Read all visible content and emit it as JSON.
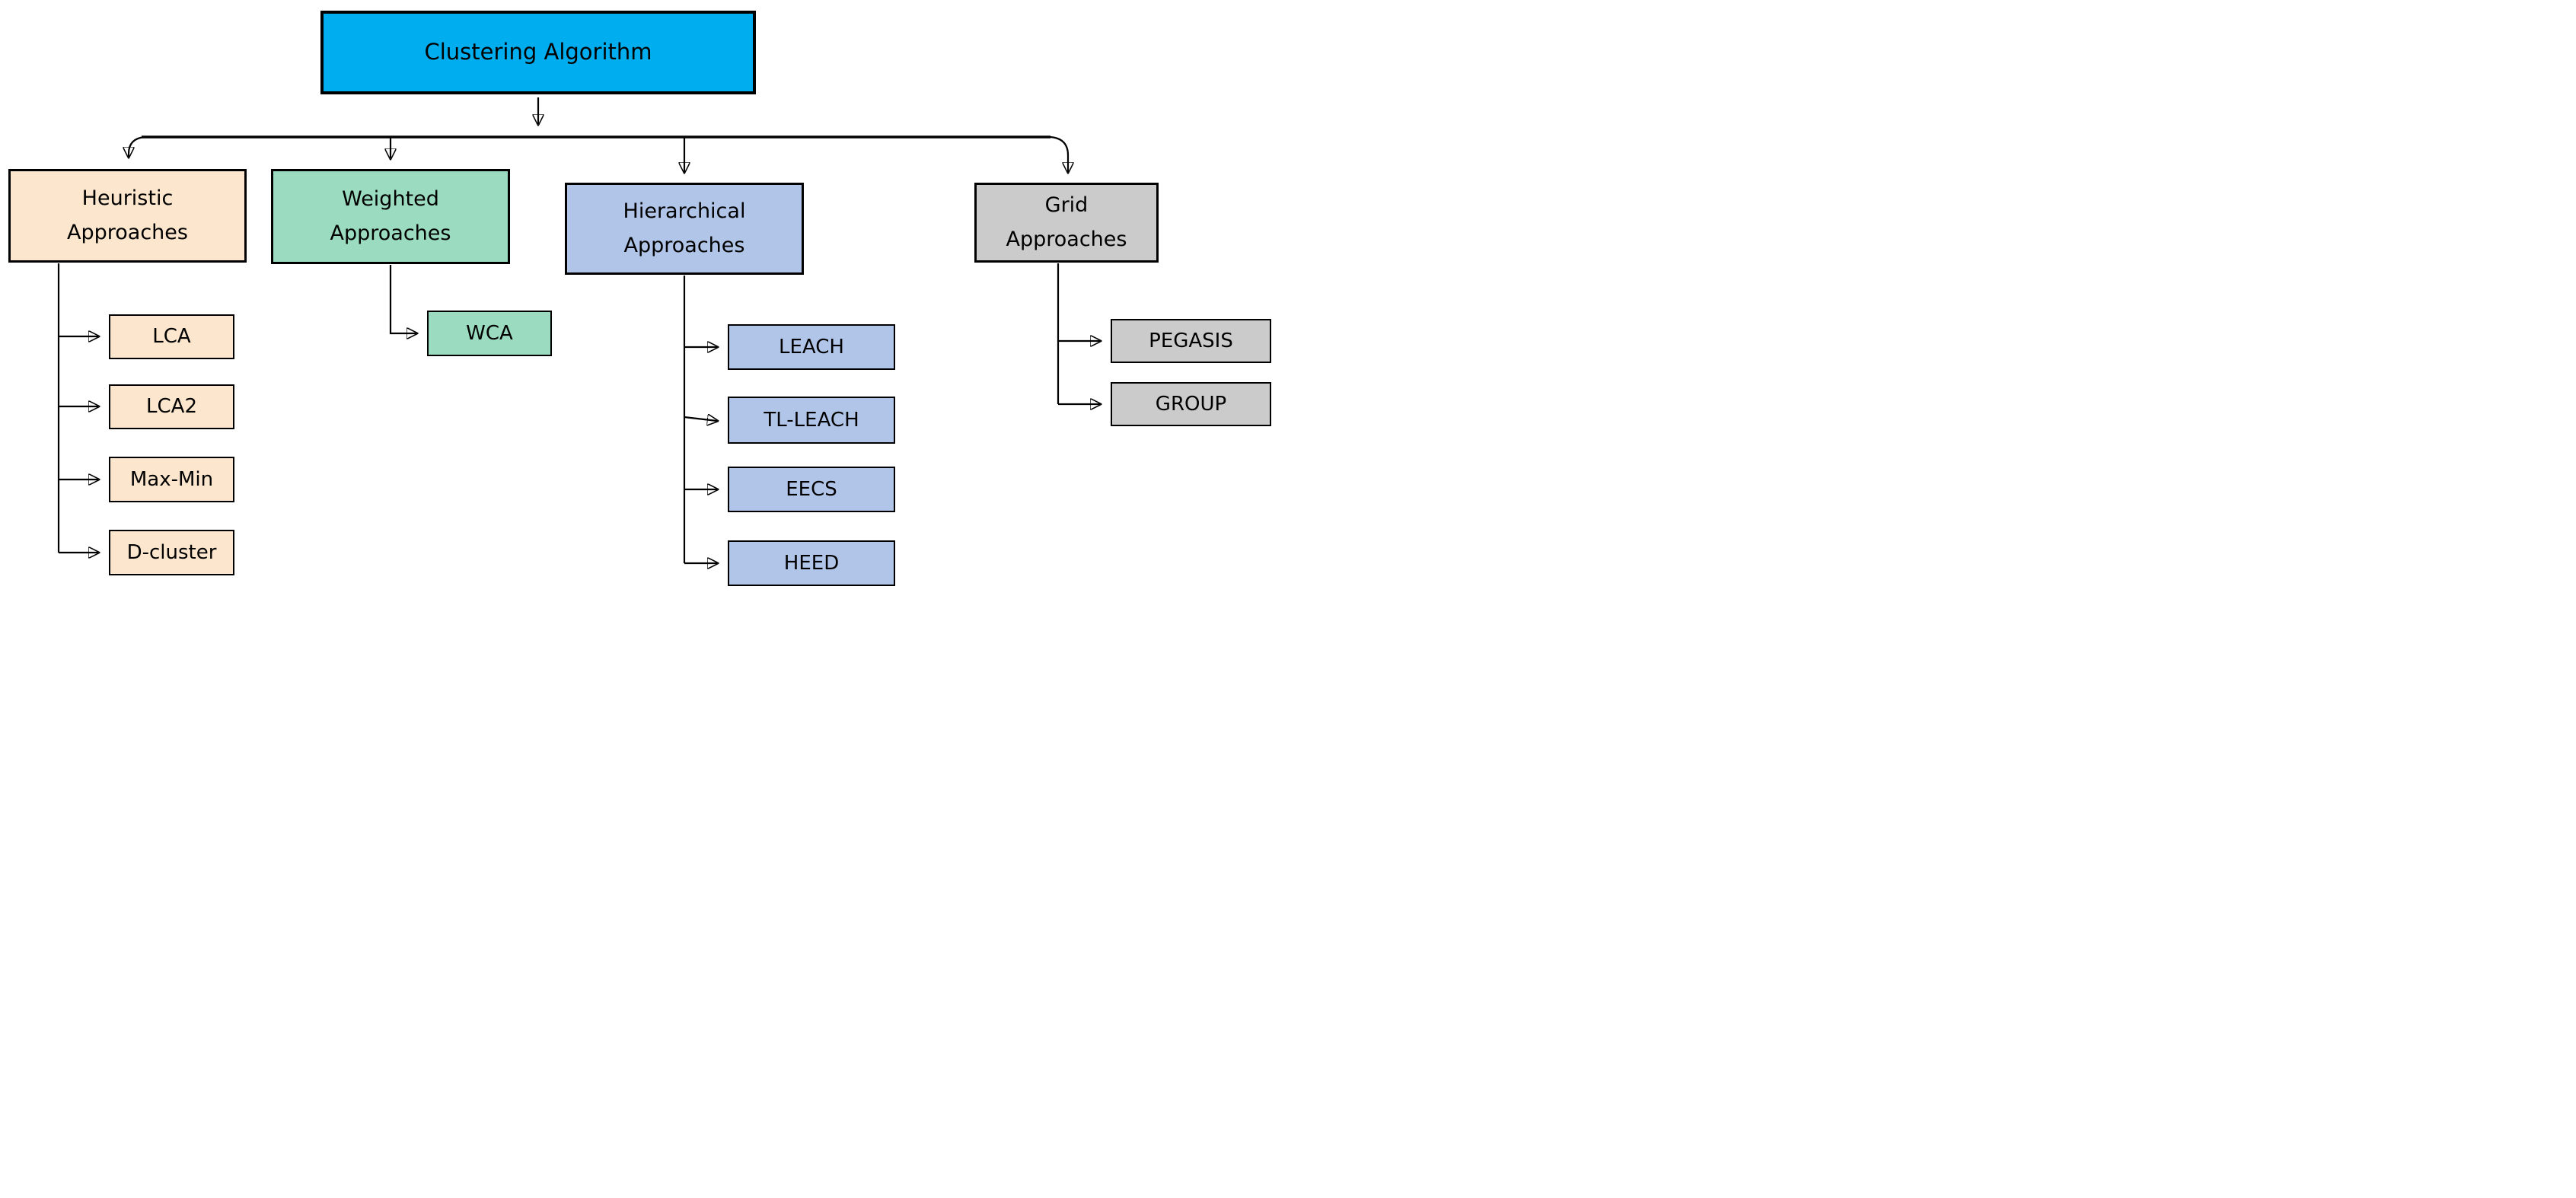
{
  "diagram": {
    "root": {
      "label": "Clustering Algorithm",
      "color": "#00AEEF"
    },
    "branches": [
      {
        "id": "heuristic",
        "label": "Heuristic\nApproaches",
        "color": "#FCE6CD",
        "children": [
          "LCA",
          "LCA2",
          "Max-Min",
          "D-cluster"
        ]
      },
      {
        "id": "weighted",
        "label": "Weighted\nApproaches",
        "color": "#9BDCC0",
        "children": [
          "WCA"
        ]
      },
      {
        "id": "hierarchical",
        "label": "Hierarchical\nApproaches",
        "color": "#B1C5E8",
        "children": [
          "LEACH",
          "TL-LEACH",
          "EECS",
          "HEED"
        ]
      },
      {
        "id": "grid",
        "label": "Grid\nApproaches",
        "color": "#CBCBCB",
        "children": [
          "PEGASIS",
          "GROUP"
        ]
      }
    ]
  }
}
